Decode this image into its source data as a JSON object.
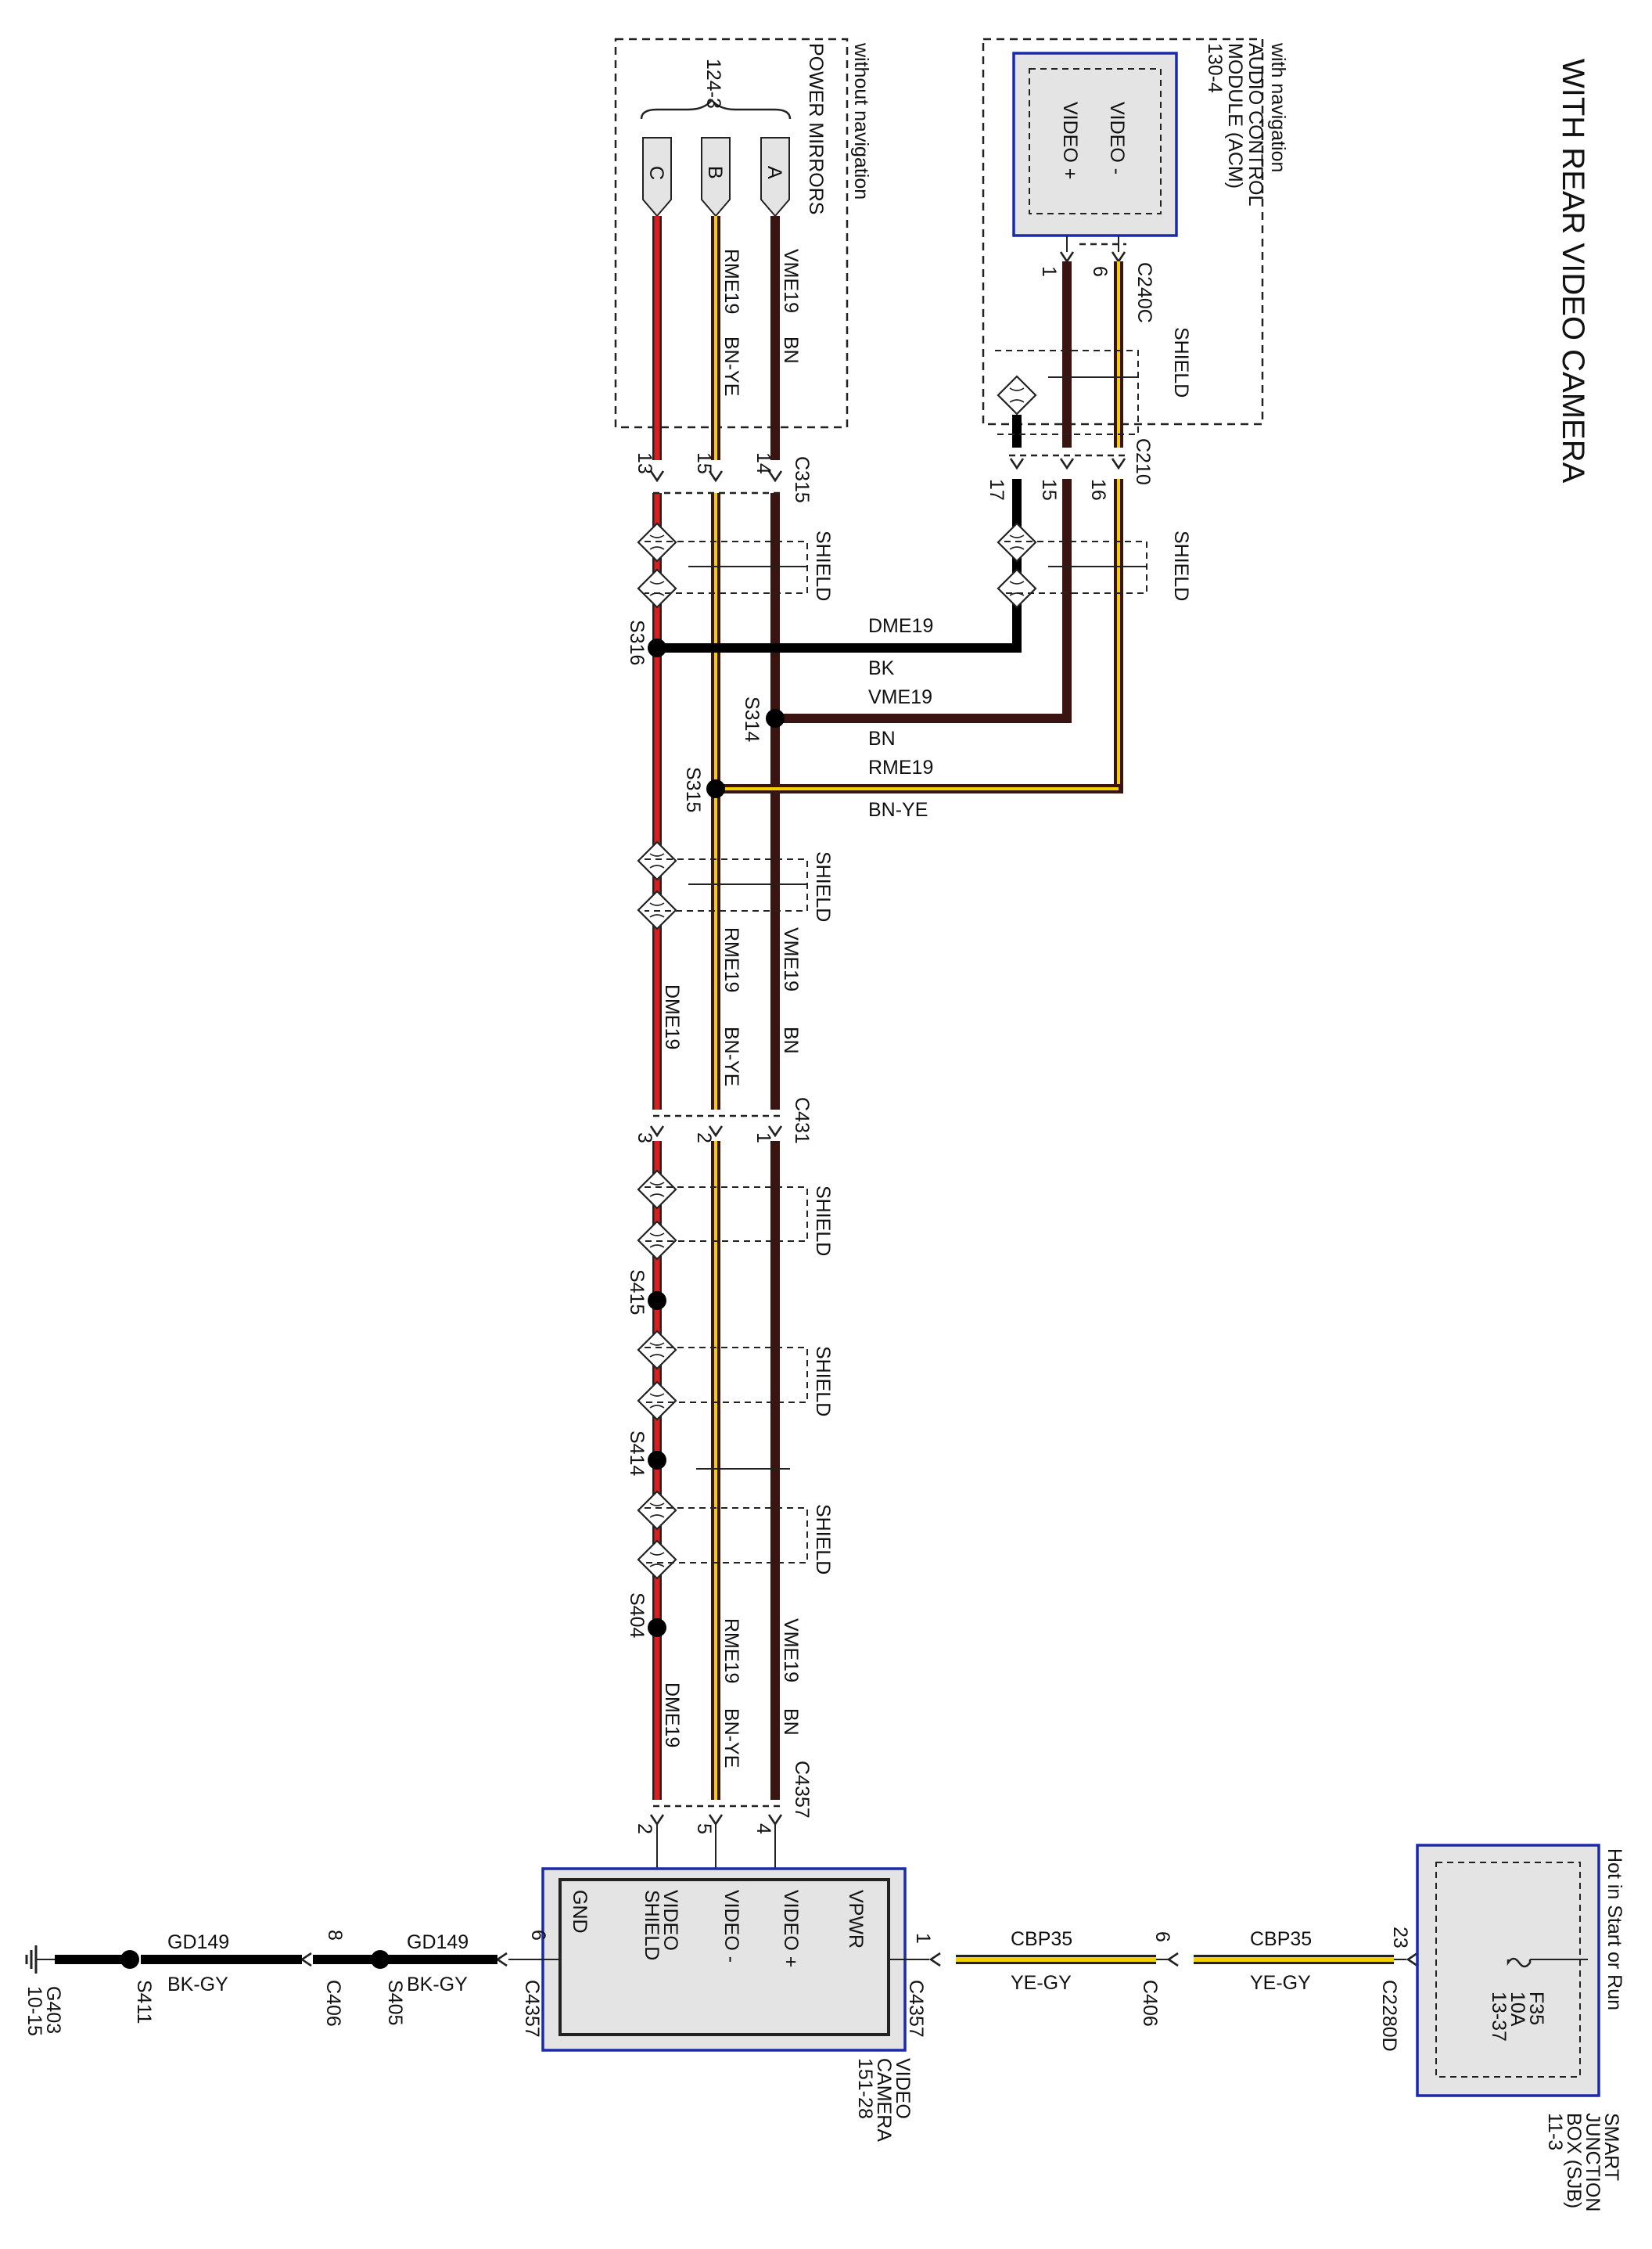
{
  "title": "WITH  REAR VIDEO CAMERA",
  "colors": {
    "brown": "#3a1410",
    "red": "#d81e1e",
    "yellow": "#f5d000",
    "black": "#000000",
    "blue": "#1a2aa8",
    "module_fill": "#e4e4e4"
  },
  "acm": {
    "option": "with navigation",
    "name_line1": "AUDIO CONTROL",
    "name_line2": "MODULE (ACM)",
    "ref": "130-4",
    "pin_video_minus": "VIDEO -",
    "pin_video_plus": "VIDEO +",
    "connector": "C240C",
    "pin6": "6",
    "pin1": "1",
    "shield": "SHIELD"
  },
  "mirrors": {
    "option": "without navigation",
    "name": "POWER MIRRORS",
    "ref": "124-3",
    "pin_a": "A",
    "pin_b": "B",
    "pin_c": "C",
    "wire1_circuit": "VME19",
    "wire1_color": "BN",
    "wire2_circuit": "RME19",
    "wire2_color": "BN-YE"
  },
  "c315": {
    "name": "C315",
    "pin14": "14",
    "pin15": "15",
    "pin13": "13",
    "shield": "SHIELD"
  },
  "c210": {
    "name": "C210",
    "pin16": "16",
    "pin15": "15",
    "pin17": "17",
    "shield": "SHIELD"
  },
  "cross": {
    "dme_circuit": "DME19",
    "dme_color": "BK",
    "vme_circuit": "VME19",
    "vme_color": "BN",
    "rme_circuit": "RME19",
    "rme_color": "BN-YE"
  },
  "splices_mid": {
    "s316": "S316",
    "s314": "S314",
    "s315": "S315"
  },
  "mid_wires": {
    "shield": "SHIELD",
    "vme": "VME19",
    "vme_color": "BN",
    "rme": "RME19",
    "rme_color": "BN-YE",
    "dme": "DME19"
  },
  "c431": {
    "name": "C431",
    "pin1": "1",
    "pin2": "2",
    "pin3": "3"
  },
  "lower": {
    "shield1": "SHIELD",
    "shield2": "SHIELD",
    "shield3": "SHIELD",
    "s415": "S415",
    "s414": "S414",
    "s404": "S404",
    "vme": "VME19",
    "vme_color": "BN",
    "rme": "RME19",
    "rme_color": "BN-YE",
    "dme": "DME19"
  },
  "c4357_top": {
    "name": "C4357",
    "pin4": "4",
    "pin5": "5",
    "pin2": "2"
  },
  "camera": {
    "pin_vpwr": "VPWR",
    "pin_video_plus": "VIDEO +",
    "pin_video_minus": "VIDEO -",
    "pin_shield1": "VIDEO",
    "pin_shield2": "SHIELD",
    "pin_gnd": "GND",
    "name1": "VIDEO",
    "name2": "CAMERA",
    "ref": "151-28"
  },
  "power": {
    "c4357": "C4357",
    "c4357_pin": "1",
    "c406": "C406",
    "c406_pin": "6",
    "c2280d": "C2280D",
    "c2280d_pin": "23",
    "circuit1": "CBP35",
    "color1": "YE-GY",
    "circuit2": "CBP35",
    "color2": "YE-GY",
    "hot": "Hot in Start or Run",
    "fuse": "F35",
    "fuse_rating": "10A",
    "fuse_ref": "13-37",
    "sjb1": "SMART",
    "sjb2": "JUNCTION",
    "sjb3": "BOX (SJB)",
    "sjb_ref": "11-3"
  },
  "ground": {
    "c4357": "C4357",
    "c4357_pin": "6",
    "c406": "C406",
    "c406_pin": "8",
    "circuit1": "GD149",
    "color1": "BK-GY",
    "circuit2": "GD149",
    "color2": "BK-GY",
    "s405": "S405",
    "s411": "S411",
    "g403": "G403",
    "g403_ref": "10-15"
  }
}
